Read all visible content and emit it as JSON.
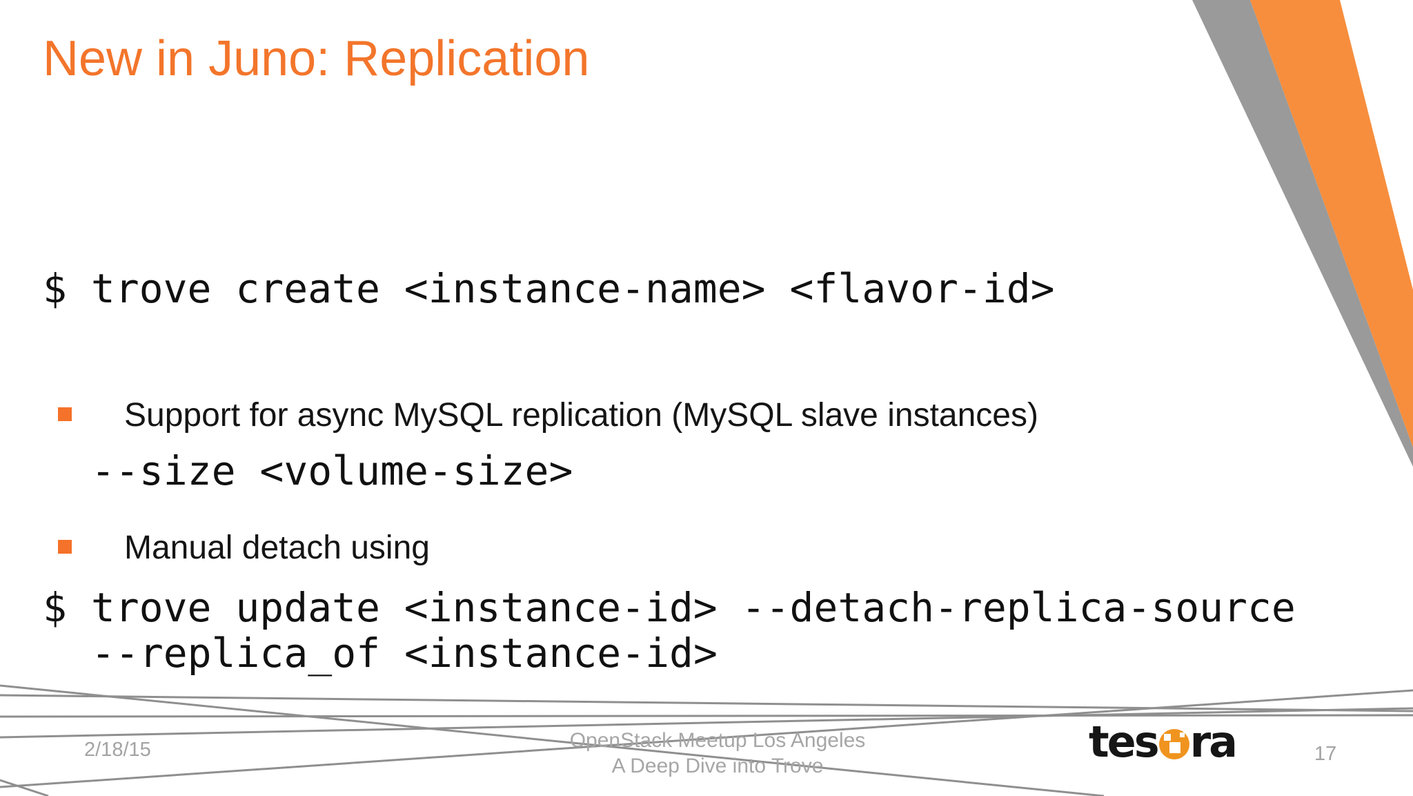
{
  "slide": {
    "title": "New in Juno: Replication",
    "code1": {
      "line1": "$ trove create <instance-name> <flavor-id>",
      "line2": "--size <volume-size>",
      "line3": "--replica_of <instance-id>"
    },
    "bullet1": "Support for async MySQL replication (MySQL slave instances)",
    "bullet2": "Manual detach using",
    "code2": "$ trove update <instance-id> --detach-replica-source"
  },
  "footer": {
    "date": "2/18/15",
    "event_line1": "OpenStack Meetup Los Angeles",
    "event_line2": "A Deep Dive into Trove",
    "page_number": "17",
    "logo_text_left": "tes",
    "logo_text_right": "ra"
  },
  "colors": {
    "title_orange": "#F3752B",
    "bullet_orange": "#F4722A",
    "stripe_orange": "#F78E3D",
    "stripe_gray": "#9A9A9A",
    "decor_line_gray": "#8F8F8F",
    "footer_text_gray": "#A3A3A3",
    "logo_orange": "#F0941F",
    "body_text": "#111111"
  }
}
